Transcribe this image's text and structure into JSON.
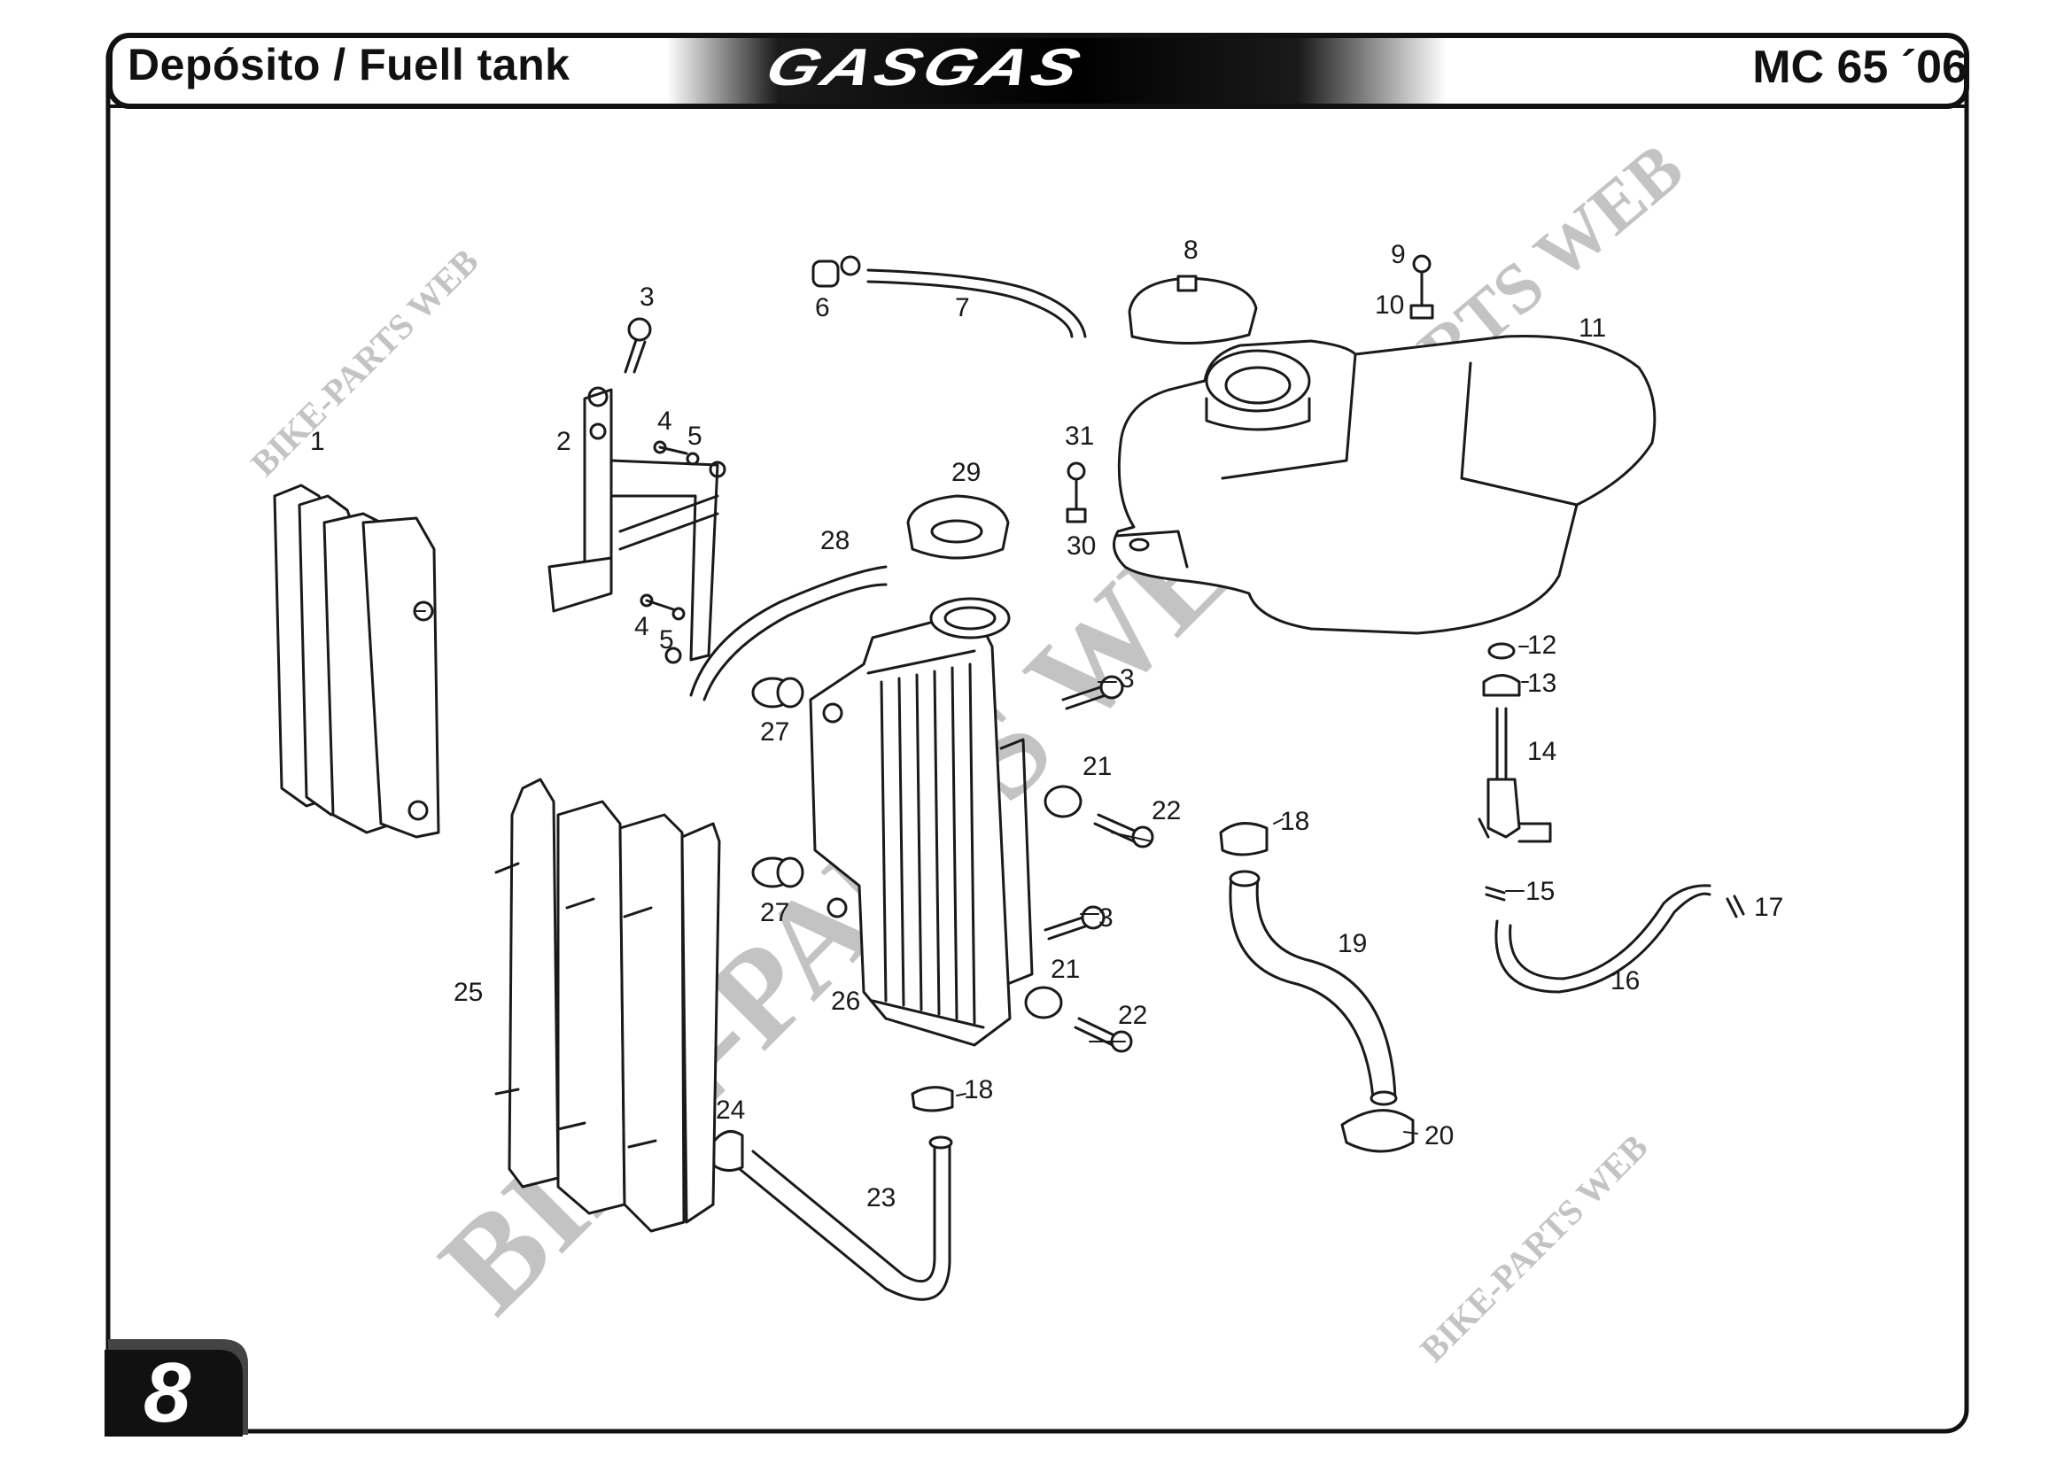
{
  "header": {
    "title": "Depósito / Fuell tank",
    "brand": "GASGAS",
    "model": "MC 65 ´06"
  },
  "page_number": "8",
  "watermark": {
    "small": "BIKE-PARTS WEB",
    "large": "BIKE-PARTS WEB"
  },
  "callouts": {
    "c1": "1",
    "c2": "2",
    "c3a": "3",
    "c4a": "4",
    "c5a": "5",
    "c4b": "4",
    "c5b": "5",
    "c6": "6",
    "c7": "7",
    "c8": "8",
    "c9": "9",
    "c10": "10",
    "c11": "11",
    "c12": "12",
    "c13": "13",
    "c14": "14",
    "c15": "15",
    "c16": "16",
    "c17": "17",
    "c18a": "18",
    "c18b": "18",
    "c19": "19",
    "c20": "20",
    "c21a": "21",
    "c21b": "21",
    "c22a": "22",
    "c22b": "22",
    "c23": "23",
    "c24": "24",
    "c25": "25",
    "c26": "26",
    "c27a": "27",
    "c27b": "27",
    "c28": "28",
    "c29": "29",
    "c30": "30",
    "c31": "31",
    "c3b": "3",
    "c3c": "3"
  }
}
